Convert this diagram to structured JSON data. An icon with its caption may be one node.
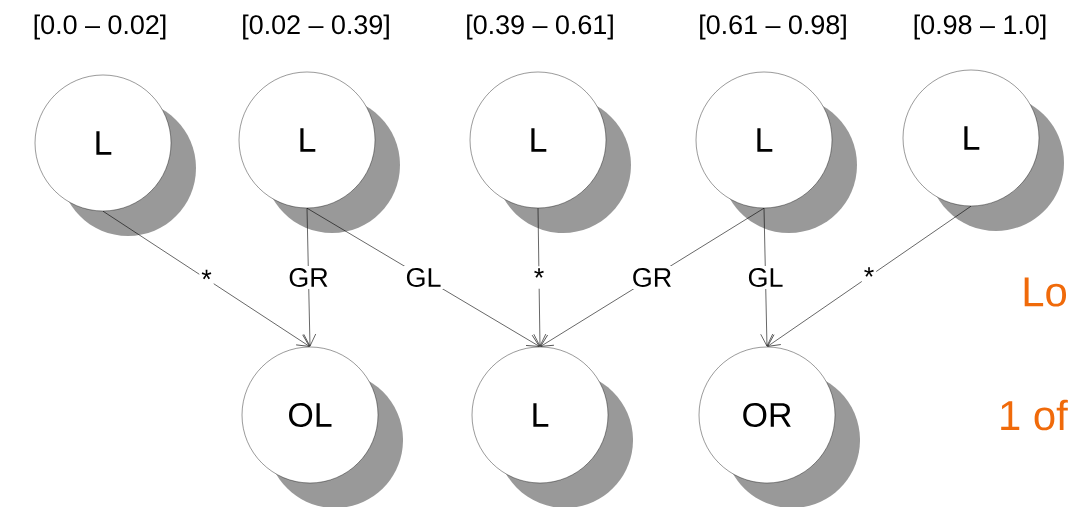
{
  "diagram": {
    "nodes": [
      {
        "text": [
          "L"
        ],
        "beside": [
          "[0.0 – 0.02]"
        ]
      },
      {
        "text": [
          "L"
        ],
        "beside": [
          "[0.02 – 0.39]"
        ]
      },
      {
        "text": [
          "L"
        ],
        "beside": [
          "[0.39 – 0.61]"
        ]
      },
      {
        "text": [
          "L"
        ],
        "beside": [
          "[0.61 – 0.98]"
        ]
      },
      {
        "text": [
          "L"
        ],
        "beside": [
          "[0.98 – 1.0]"
        ]
      },
      {
        "text": [
          "OL"
        ]
      },
      {
        "text": [
          "L"
        ]
      },
      {
        "text": [
          "OR"
        ]
      }
    ],
    "edges": [
      {
        "from": 0,
        "to": 5,
        "arrow": "to",
        "label": "*"
      },
      {
        "from": 1,
        "to": 5,
        "arrow": "to",
        "label": "GR"
      },
      {
        "from": 1,
        "to": 6,
        "arrow": "to",
        "label": "GL"
      },
      {
        "from": 2,
        "to": 6,
        "arrow": "to",
        "label": "*"
      },
      {
        "from": 3,
        "to": 6,
        "arrow": "to",
        "label": "GR"
      },
      {
        "from": 3,
        "to": 7,
        "arrow": "to",
        "label": "GL"
      },
      {
        "from": 4,
        "to": 7,
        "arrow": "to",
        "label": "*"
      }
    ],
    "labels": [
      "Lo",
      "1 of"
    ]
  }
}
